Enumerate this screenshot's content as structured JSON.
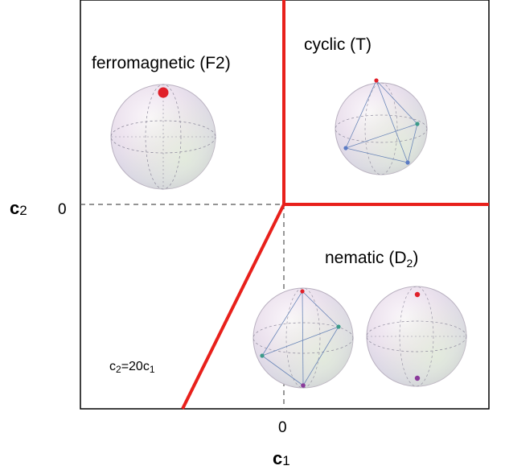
{
  "axes": {
    "x_name_main": "c",
    "x_name_sub": "1",
    "y_name_main": "c",
    "y_name_sub": "2",
    "x_zero": "0",
    "y_zero": "0"
  },
  "regions": {
    "ferro": {
      "label": "ferromagnetic (F2)"
    },
    "cyclic": {
      "label": "cyclic (T)"
    },
    "nematic": {
      "label_main": "nematic (D",
      "label_sub": "2",
      "label_end": ")"
    }
  },
  "boundary": {
    "eq_a": "c",
    "eq_a_sub": "2",
    "eq_mid": "=20c",
    "eq_b_sub": "1"
  },
  "colors": {
    "boundary": "#e8201b",
    "frame": "#000000",
    "point_red": "#e0202a",
    "point_blue": "#5b7bc4",
    "point_teal": "#3c9a8a",
    "point_purple": "#8a3a9a",
    "sphere_edge": "#b9b0c0"
  }
}
